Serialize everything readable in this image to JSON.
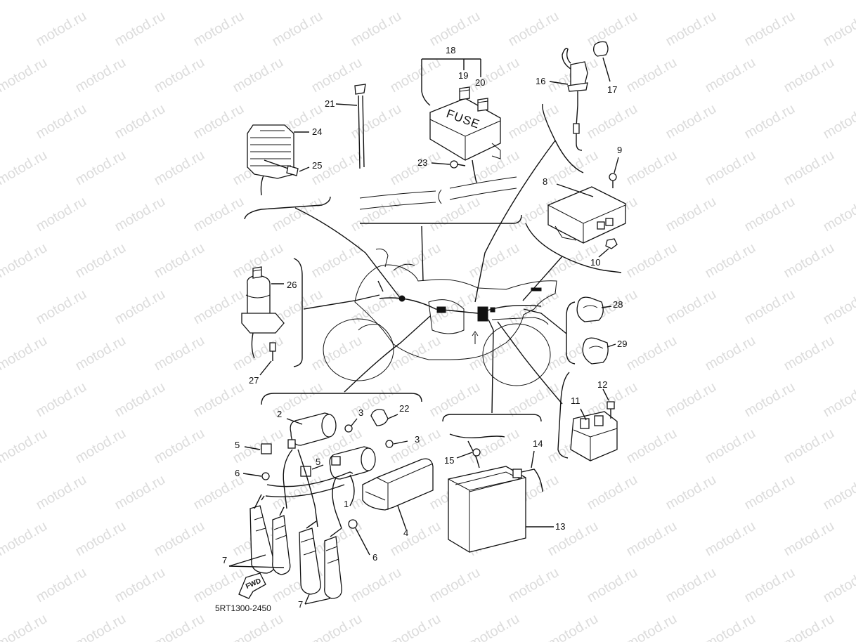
{
  "diagram": {
    "drawing_code": "5RT1300-2450",
    "watermark": "motod.ru",
    "fuse_box_text": "FUSE",
    "fwd_arrow_text": "FWD",
    "callouts": [
      {
        "id": "c1",
        "text": "1"
      },
      {
        "id": "c2",
        "text": "2"
      },
      {
        "id": "c3a",
        "text": "3"
      },
      {
        "id": "c3b",
        "text": "3"
      },
      {
        "id": "c4",
        "text": "4"
      },
      {
        "id": "c5a",
        "text": "5"
      },
      {
        "id": "c5b",
        "text": "5"
      },
      {
        "id": "c6a",
        "text": "6"
      },
      {
        "id": "c6b",
        "text": "6"
      },
      {
        "id": "c7a",
        "text": "7"
      },
      {
        "id": "c7b",
        "text": "7"
      },
      {
        "id": "c8",
        "text": "8"
      },
      {
        "id": "c9",
        "text": "9"
      },
      {
        "id": "c10",
        "text": "10"
      },
      {
        "id": "c11",
        "text": "11"
      },
      {
        "id": "c12",
        "text": "12"
      },
      {
        "id": "c13",
        "text": "13"
      },
      {
        "id": "c14",
        "text": "14"
      },
      {
        "id": "c15",
        "text": "15"
      },
      {
        "id": "c16",
        "text": "16"
      },
      {
        "id": "c17",
        "text": "17"
      },
      {
        "id": "c18",
        "text": "18"
      },
      {
        "id": "c19",
        "text": "19"
      },
      {
        "id": "c20",
        "text": "20"
      },
      {
        "id": "c21",
        "text": "21"
      },
      {
        "id": "c22",
        "text": "22"
      },
      {
        "id": "c23",
        "text": "23"
      },
      {
        "id": "c24",
        "text": "24"
      },
      {
        "id": "c25",
        "text": "25"
      },
      {
        "id": "c26",
        "text": "26"
      },
      {
        "id": "c27",
        "text": "27"
      },
      {
        "id": "c28",
        "text": "28"
      },
      {
        "id": "c29",
        "text": "29"
      }
    ]
  }
}
